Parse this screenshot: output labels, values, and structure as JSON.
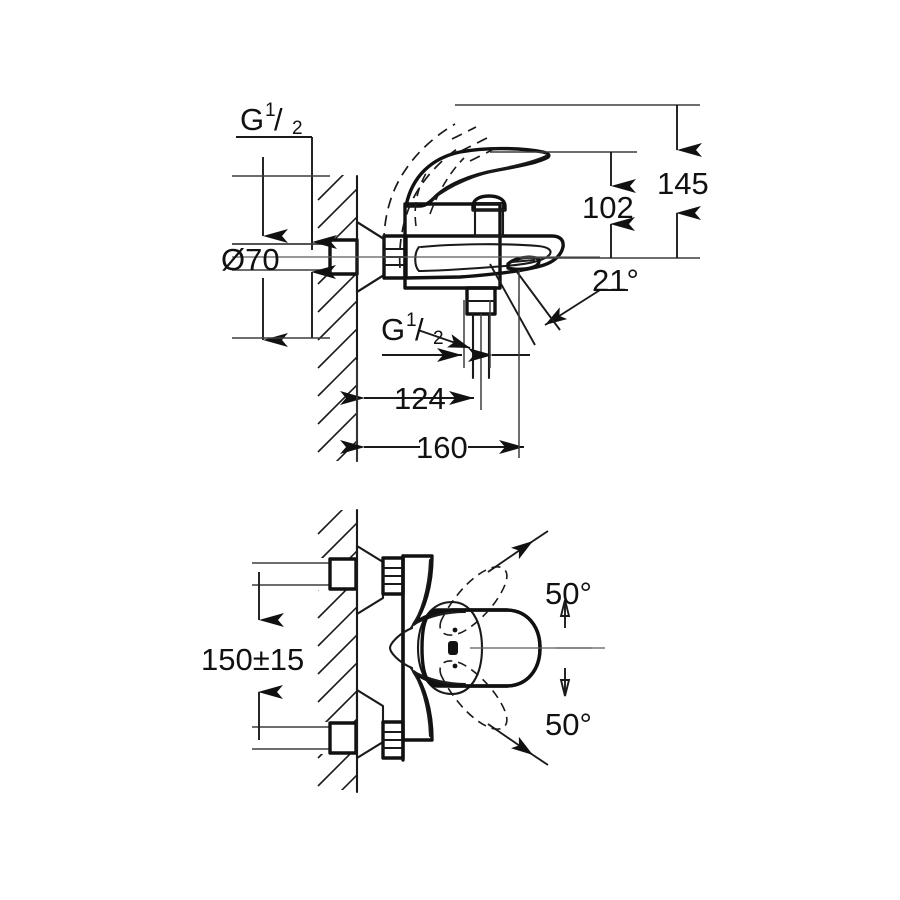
{
  "document": {
    "type": "technical-drawing",
    "subject": "Wall-mounted single-lever bath/shower mixer tap",
    "units": "mm",
    "views": [
      {
        "id": "side-elevation",
        "label": ""
      },
      {
        "id": "plan-view",
        "label": ""
      }
    ]
  },
  "top_view": {
    "dimensions": {
      "inlet_thread_upper": "G 1/2",
      "inlet_thread_lower": "G 1/2",
      "escutcheon_diameter": "Ø70",
      "spout_height": "102",
      "overall_height": "145",
      "outlet_angle": "21°",
      "projection_body": "124",
      "projection_total": "160"
    },
    "thread_label_parts": {
      "letter": "G",
      "numerator": "1",
      "denominator": "2",
      "slash": "/"
    }
  },
  "bottom_view": {
    "dimensions": {
      "inlet_centres": "150±15",
      "swivel_angle_upper": "50°",
      "swivel_angle_lower": "50°"
    }
  },
  "colors": {
    "line": "#1a1a1a",
    "dimension": "#3d3d3d",
    "centerline": "#5a5a5a",
    "background": "#ffffff"
  }
}
